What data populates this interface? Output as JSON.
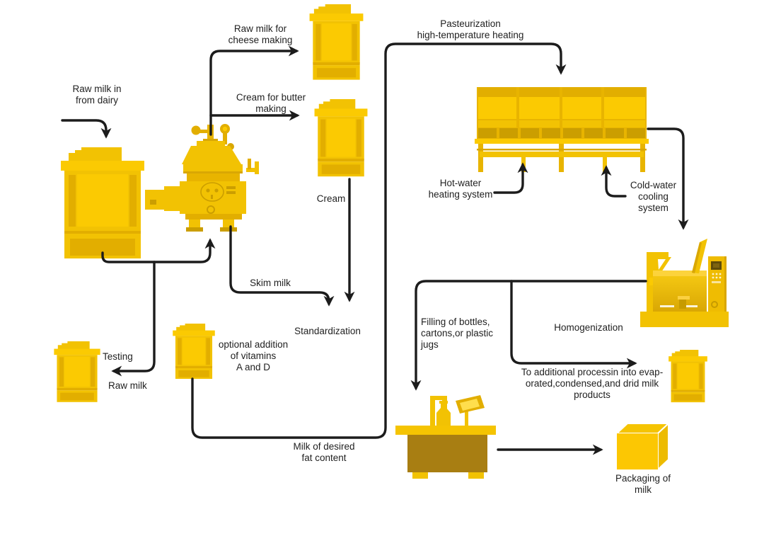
{
  "diagram_title": "Milk processing flow",
  "colors": {
    "yellow_bright": "#FBCA02",
    "yellow_main": "#F2C203",
    "yellow_mid": "#E2AE00",
    "yellow_dark": "#CB9E00",
    "table_brown": "#A87E12",
    "flow_line": "#1c1c1c",
    "text": "#1f1f1f",
    "background": "#ffffff"
  },
  "labels": {
    "raw_milk_in": "Raw milk in\nfrom dairy",
    "raw_milk_cheese": "Raw milk for\ncheese making",
    "cream_butter": "Cream for butter\nmaking",
    "pasteurization": "Pasteurization\nhigh-temperature heating",
    "hot_water": "Hot-water\nheating system",
    "cold_water": "Cold-water\ncooling\nsystem",
    "cream": "Cream",
    "skim_milk": "Skim milk",
    "standardization": "Standardization",
    "testing": "Testing",
    "raw_milk": "Raw milk",
    "vitamins": "optional addition\nof vitamins\nA and D",
    "filling": "Filling of bottles,\ncartons,or plastic\njugs",
    "homogenization": "Homogenization",
    "additional_processing": "To additional processin into evap-\norated,condensed,and drid milk\nproducts",
    "milk_desired": "Milk of desired\nfat content",
    "packaging": "Packaging of\nmilk"
  }
}
